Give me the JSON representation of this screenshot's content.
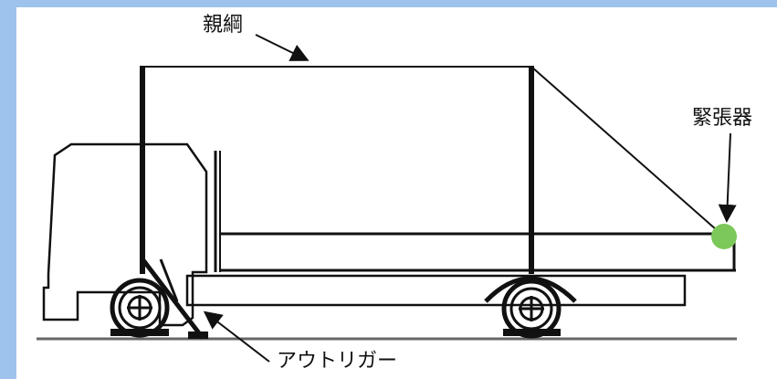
{
  "labels": {
    "main_rope": "親綱",
    "tensioner": "緊張器",
    "outrigger": "アウトリガー"
  },
  "colors": {
    "frame": "#9ec3ec",
    "background": "#ffffff",
    "line": "#111111",
    "tensioner_marker": "#7cc85a"
  }
}
